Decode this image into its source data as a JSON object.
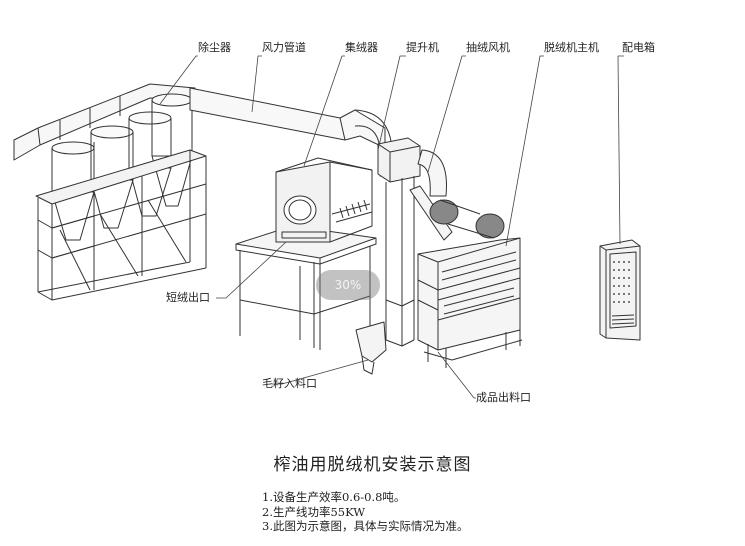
{
  "labels": {
    "dust_remover": "除尘器",
    "air_duct": "风力管道",
    "lint_collector": "集绒器",
    "elevator": "提升机",
    "suction_fan": "抽绒风机",
    "main_delinter": "脱绒机主机",
    "control_box": "配电箱",
    "short_lint_outlet": "短绒出口",
    "seed_inlet": "毛籽入料口",
    "product_outlet": "成品出料口"
  },
  "watermark": "30%",
  "title": "榨油用脱绒机安装示意图",
  "notes": [
    "1.设备生产效率0.6-0.8吨。",
    "2.生产线功率55KW",
    "3.此图为示意图，具体与实际情况为准。"
  ]
}
